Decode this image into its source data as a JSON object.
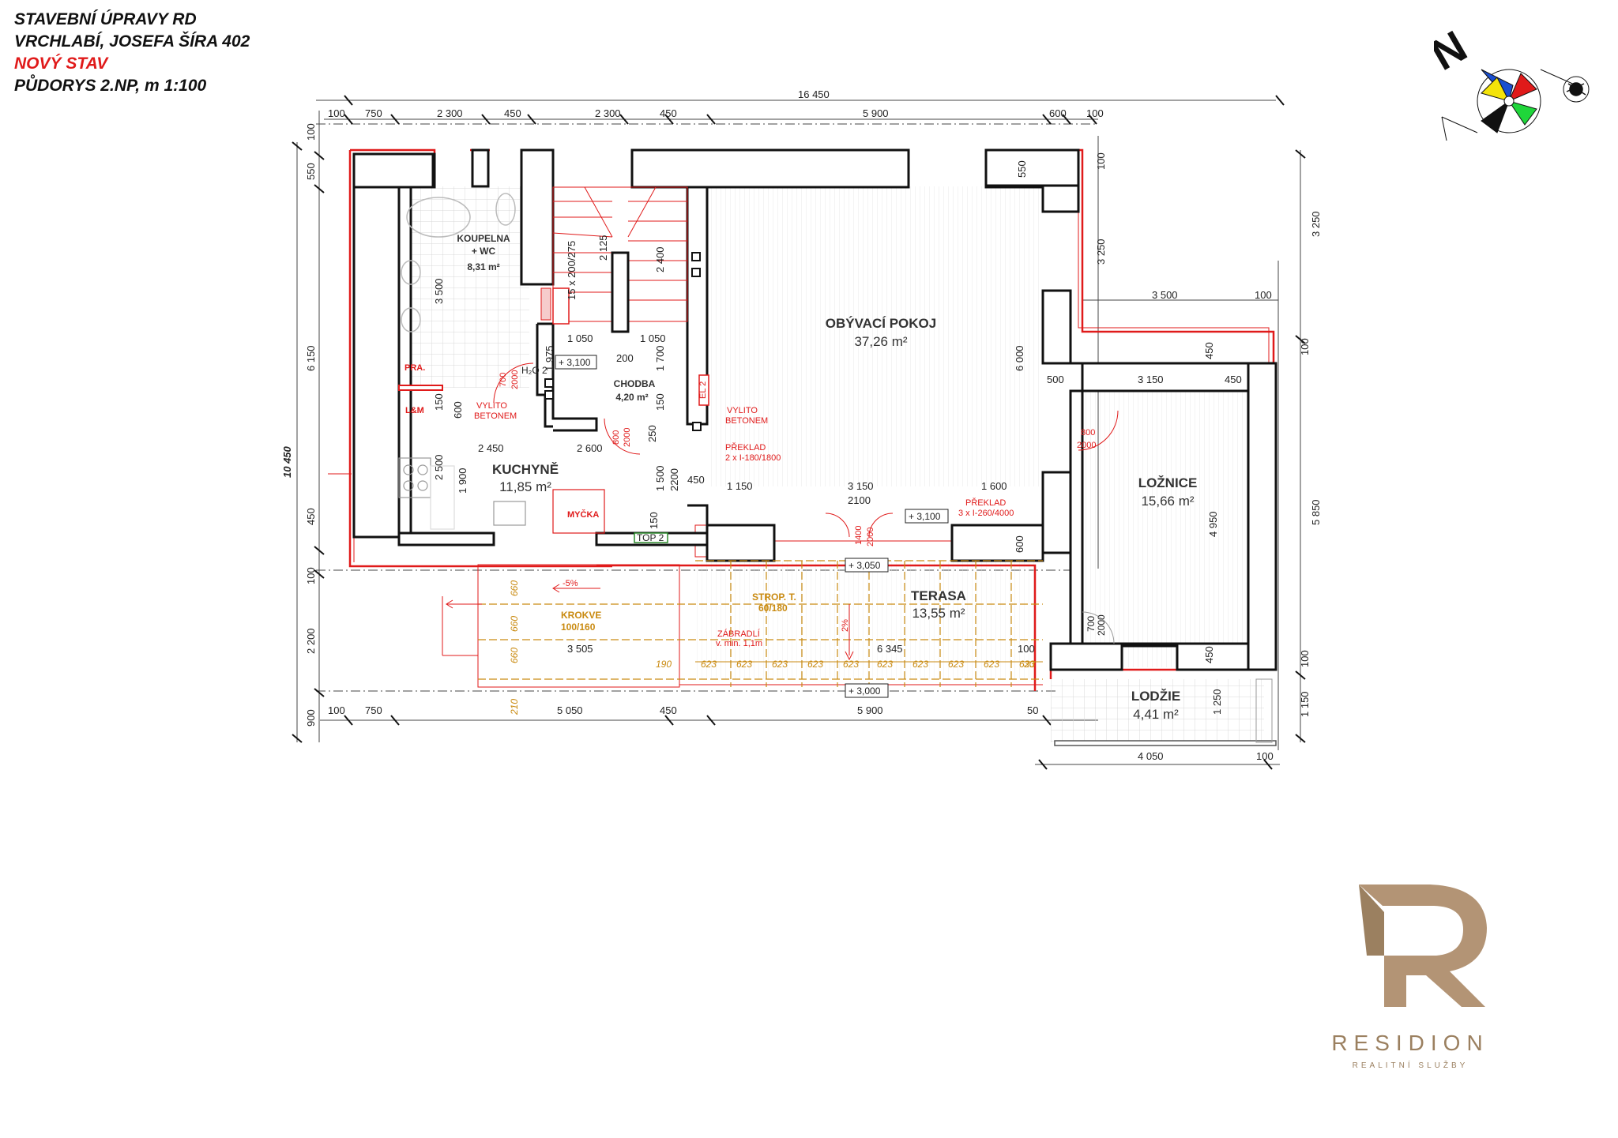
{
  "header": {
    "line1": "STAVEBNÍ ÚPRAVY RD",
    "line2": "VRCHLABÍ, JOSEFA ŠÍRA 402",
    "line3": "NOVÝ STAV",
    "line4": "PŮDORYS 2.NP, m 1:100"
  },
  "rooms": {
    "koupelna": {
      "name1": "KOUPELNA",
      "name2": "+ WC",
      "area": "8,31 m²"
    },
    "obyvaci": {
      "name": "OBÝVACÍ POKOJ",
      "area": "37,26 m²"
    },
    "chodba": {
      "name": "CHODBA",
      "area": "4,20 m²"
    },
    "kuchyne": {
      "name": "KUCHYNĚ",
      "area": "11,85 m²"
    },
    "loznice": {
      "name": "LOŽNICE",
      "area": "15,66 m²"
    },
    "terasa": {
      "name": "TERASA",
      "area": "13,55 m²"
    },
    "lodzie": {
      "name": "LODŽIE",
      "area": "4,41 m²"
    },
    "pra": "PRA.",
    "lm": "L&M",
    "mycka": "MYČKA"
  },
  "dims_top": {
    "total": "16 450",
    "a": "100",
    "b": "750",
    "c": "2 300",
    "d": "450",
    "e": "2 300",
    "f": "450",
    "g": "5 900",
    "h": "600",
    "i": "100"
  },
  "dims_bottom": {
    "a": "100",
    "b": "750",
    "c": "5 050",
    "d": "450",
    "e": "5 900",
    "f": "50",
    "g": "4 050",
    "h": "100"
  },
  "dims_left": {
    "total": "10 450",
    "a": "100",
    "b": "550",
    "c": "6 150",
    "d": "450",
    "e": "100",
    "f": "2 200",
    "g": "900"
  },
  "dims_right": {
    "a": "100",
    "b": "3 250",
    "c": "100",
    "d": "5 850",
    "e": "100",
    "f": "1 150"
  },
  "dims_inner": {
    "koup_h": "3 500",
    "stairs": "15 x 200/275",
    "st1": "2 125",
    "st2": "2 400",
    "w1050a": "1 050",
    "w1050b": "1 050",
    "d1975": "1 975",
    "d200": "200",
    "d1700": "1 700",
    "d150": "150",
    "d600": "600",
    "d150b": "150",
    "d2450": "2 450",
    "d2600": "2 600",
    "d2500": "2 500",
    "d1900": "1 900",
    "d250": "250",
    "d1500": "1 500",
    "d2200": "2200",
    "d450": "450",
    "d1150": "1 150",
    "d3150": "3 150",
    "d1600": "1 600",
    "d2100": "2100",
    "d150c": "150",
    "d6000": "6 000",
    "d550": "550",
    "d3500": "3 500",
    "d100r": "100",
    "d450r": "450",
    "d500": "500",
    "d3150r": "3 150",
    "d450r2": "450",
    "d4950": "4 950",
    "d600r": "600",
    "d450r3": "450",
    "d1250": "1 250",
    "d3505": "3 505",
    "d6345": "6 345",
    "d100t": "100",
    "d190": "190",
    "d30": "30",
    "d210": "210",
    "d623": "623"
  },
  "doors": {
    "d700": "700",
    "d2000": "2000",
    "d800": "800",
    "d2000b": "2000",
    "d800b": "800",
    "d2000c": "2000",
    "d1400": "1400",
    "d2000d": "2000",
    "d700b": "700",
    "d2000e": "2000"
  },
  "levels": {
    "l1": "+ 3,100",
    "l2": "+ 3,100",
    "l3": "+ 3,050",
    "l4": "+ 3,000"
  },
  "notes": {
    "vylito1a": "VYLITO",
    "vylito1b": "BETONEM",
    "vylito2a": "VYLITO",
    "vylito2b": "BETONEM",
    "preklad1a": "PŘEKLAD",
    "preklad1b": "2 x I-180/1800",
    "preklad2a": "PŘEKLAD",
    "preklad2b": "3 x I-260/4000",
    "h2o": "H₂O 2",
    "el2": "EL 2",
    "top2": "TOP 2",
    "slope5": "-5%",
    "slope2": "2%",
    "zabradli1": "ZÁBRADLÍ",
    "zabradli2": "v. min. 1,1m",
    "strop1": "STROP. T.",
    "strop2": "60/180",
    "krokve1": "KROKVE",
    "krokve2": "100/160",
    "n660": "660"
  },
  "brand": {
    "name": "RESIDION",
    "tagline": "REALITNÍ SLUŽBY",
    "color": "#9b8060"
  },
  "compass": {
    "letter": "N"
  }
}
